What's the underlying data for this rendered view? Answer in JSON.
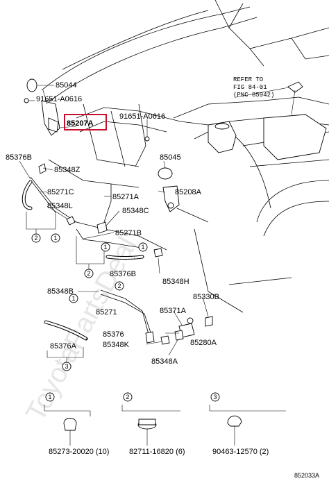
{
  "watermark": "ToyotaPartsDeal",
  "diagram_code": "852033A",
  "refer": {
    "line1": "REFER TO",
    "line2": "FIG 84-01",
    "line3": "(PNC 85942)"
  },
  "labels": {
    "p85044": "85044",
    "p91651_l": "91651-A0616",
    "p85207a": "85207A",
    "p91651_r": "91651-A0616",
    "p85376b_t": "85376B",
    "p85348z": "85348Z",
    "p85271c": "85271C",
    "p85348l": "85348L",
    "p85045": "85045",
    "p85271a": "85271A",
    "p85208a": "85208A",
    "p85348c": "85348C",
    "p85271b": "85271B",
    "p85376b_m": "85376B",
    "p85348h": "85348H",
    "p85348b": "85348B",
    "p85271": "85271",
    "p85330b": "85330B",
    "p85371a": "85371A",
    "p85376": "85376",
    "p85376a": "85376A",
    "p85348k": "85348K",
    "p85280a": "85280A",
    "p85348a": "85348A"
  },
  "callouts": {
    "c1": "1",
    "c2": "2",
    "c3": "3"
  },
  "legend": [
    {
      "num": "1",
      "part": "85273-20020 (10)"
    },
    {
      "num": "2",
      "part": "82711-16820 (6)"
    },
    {
      "num": "3",
      "part": "90463-12570 (2)"
    }
  ],
  "highlight_color": "#c8102e"
}
